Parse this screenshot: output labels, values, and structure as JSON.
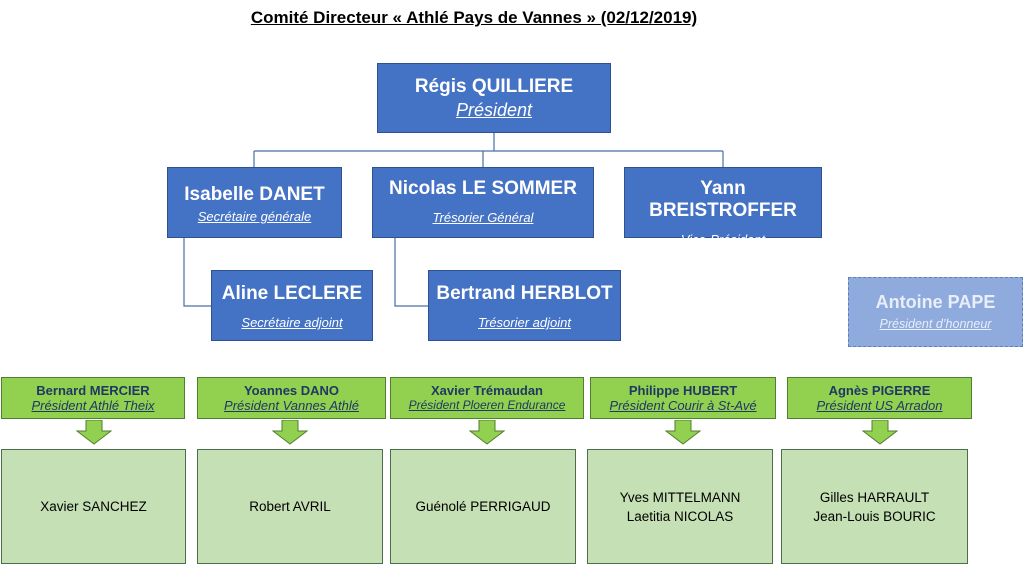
{
  "title": "Comité Directeur « Athlé Pays de Vannes » (02/12/2019)",
  "president": {
    "name": "Régis QUILLIERE",
    "role": "Président"
  },
  "officers": [
    {
      "name": "Isabelle DANET",
      "role": "Secrétaire générale"
    },
    {
      "name": "Nicolas LE SOMMER",
      "role": "Trésorier Général"
    },
    {
      "name": "Yann BREISTROFFER",
      "role": "Vice-Président"
    }
  ],
  "deputies": [
    {
      "name": "Aline LECLERE",
      "role": "Secrétaire adjoint"
    },
    {
      "name": "Bertrand HERBLOT",
      "role": "Trésorier adjoint"
    }
  ],
  "honorary": {
    "name": "Antoine PAPE",
    "role": "Président d’honneur"
  },
  "clubs": [
    {
      "name": "Bernard MERCIER",
      "role": "Président Athlé Theix",
      "members": [
        "Xavier SANCHEZ"
      ]
    },
    {
      "name": "Yoannes DANO",
      "role": "Président Vannes Athlé",
      "members": [
        "Robert AVRIL"
      ]
    },
    {
      "name": "Xavier Trémaudan",
      "role": "Président Ploeren Endurance",
      "members": [
        "Guénolé PERRIGAUD"
      ]
    },
    {
      "name": "Philippe HUBERT",
      "role": "Président Courir à St-Avé",
      "members": [
        "Yves MITTELMANN",
        "Laetitia NICOLAS"
      ]
    },
    {
      "name": "Agnès PIGERRE",
      "role": "Président US Arradon",
      "members": [
        "Gilles HARRAULT",
        "Jean-Louis BOURIC"
      ]
    }
  ]
}
